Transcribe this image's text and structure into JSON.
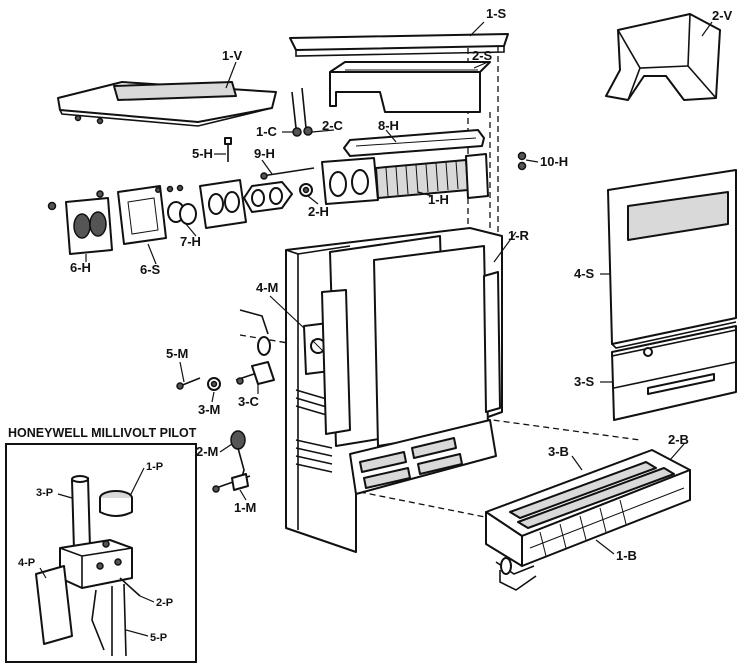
{
  "inset_title": "HONEYWELL MILLIVOLT PILOT",
  "labels": {
    "1S": "1-S",
    "2S": "2-S",
    "2V": "2-V",
    "1V": "1-V",
    "1C": "1-C",
    "2C": "2-C",
    "8H": "8-H",
    "5H": "5-H",
    "9H": "9-H",
    "10H": "10-H",
    "1H": "1-H",
    "2H": "2-H",
    "7H": "7-H",
    "6H": "6-H",
    "6S": "6-S",
    "1R": "1-R",
    "4S": "4-S",
    "4M": "4-M",
    "5M": "5-M",
    "3M": "3-M",
    "3C": "3-C",
    "2M": "2-M",
    "1M": "1-M",
    "3S": "3-S",
    "2B": "2-B",
    "3B": "3-B",
    "1B": "1-B",
    "1P": "1-P",
    "3P": "3-P",
    "4P": "4-P",
    "2P": "2-P",
    "5P": "5-P"
  }
}
